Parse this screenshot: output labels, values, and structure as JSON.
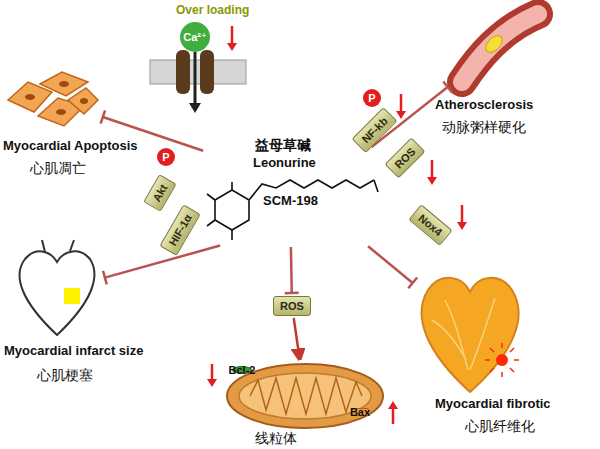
{
  "diagram": {
    "nodes": [
      {
        "text": [
          "Myocardial Apoptosis",
          "心肌凋亡"
        ]
      },
      {
        "text": [
          "Ca²⁺"
        ]
      },
      {
        "text": [
          "益母草碱",
          "Leonurine",
          "SCM-198"
        ]
      },
      {
        "text": [
          "Atherosclerosis",
          "动脉粥样硬化"
        ]
      },
      {
        "text": [
          "P"
        ]
      },
      {
        "text": [
          "NF-kb"
        ]
      },
      {
        "text": [
          "ROS"
        ]
      },
      {
        "text": [
          "P"
        ]
      },
      {
        "text": [
          "Akt"
        ]
      },
      {
        "text": [
          "HIF-1α"
        ]
      },
      {
        "text": [
          "Nox4"
        ]
      },
      {
        "text": [
          "ROS"
        ]
      },
      {
        "text": [
          "Myocardial infarct size",
          "心肌梗塞"
        ]
      },
      {
        "text": [
          "Myocardial fibrotic",
          "心肌纤维化"
        ]
      },
      {
        "text": [
          "线粒体"
        ]
      },
      {
        "text": [
          "Bcl-2"
        ],
        "in": 14
      },
      {
        "text": [
          "Bax"
        ],
        "in": 14
      }
    ],
    "edges": [
      {
        "from": 2,
        "to": 0,
        "arrow": "to"
      },
      {
        "from": 2,
        "to": 3,
        "arrow": "to"
      },
      {
        "from": 2,
        "to": 12,
        "arrow": "to"
      },
      {
        "from": 2,
        "to": 13,
        "arrow": "to"
      },
      {
        "from": 2,
        "to": 11,
        "arrow": "to"
      },
      {
        "from": 11,
        "to": 14,
        "arrow": "to"
      }
    ],
    "labels": [
      "Over loading"
    ]
  }
}
